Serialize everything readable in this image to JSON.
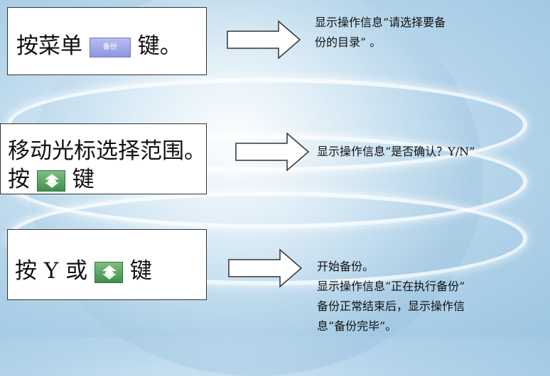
{
  "steps": [
    {
      "before": "按菜单",
      "key_label": "备份",
      "after": "键。",
      "note_lines": [
        "显示操作信息“请选择要备",
        "份的目录” 。"
      ]
    },
    {
      "line1": "移动光标选择范围。",
      "before": "按",
      "key_label": "INPUT",
      "after": "键",
      "note_lines": [
        "显示操作信息“是否确认？Y/N”"
      ]
    },
    {
      "before": "按 Y 或",
      "key_label": "INPUT",
      "after": "键",
      "note_lines": [
        "开始备份。",
        "显示操作信息“正在执行备份”",
        "备份正常结束后，显示操作信",
        "息“备份完毕”。"
      ]
    }
  ],
  "icons": {
    "menu_key": "backup-softkey-icon",
    "input_key": "input-key-icon",
    "arrow": "right-arrow-icon"
  },
  "colors": {
    "menu_key": "#9aa2e6",
    "input_key": "#5aa56a"
  }
}
